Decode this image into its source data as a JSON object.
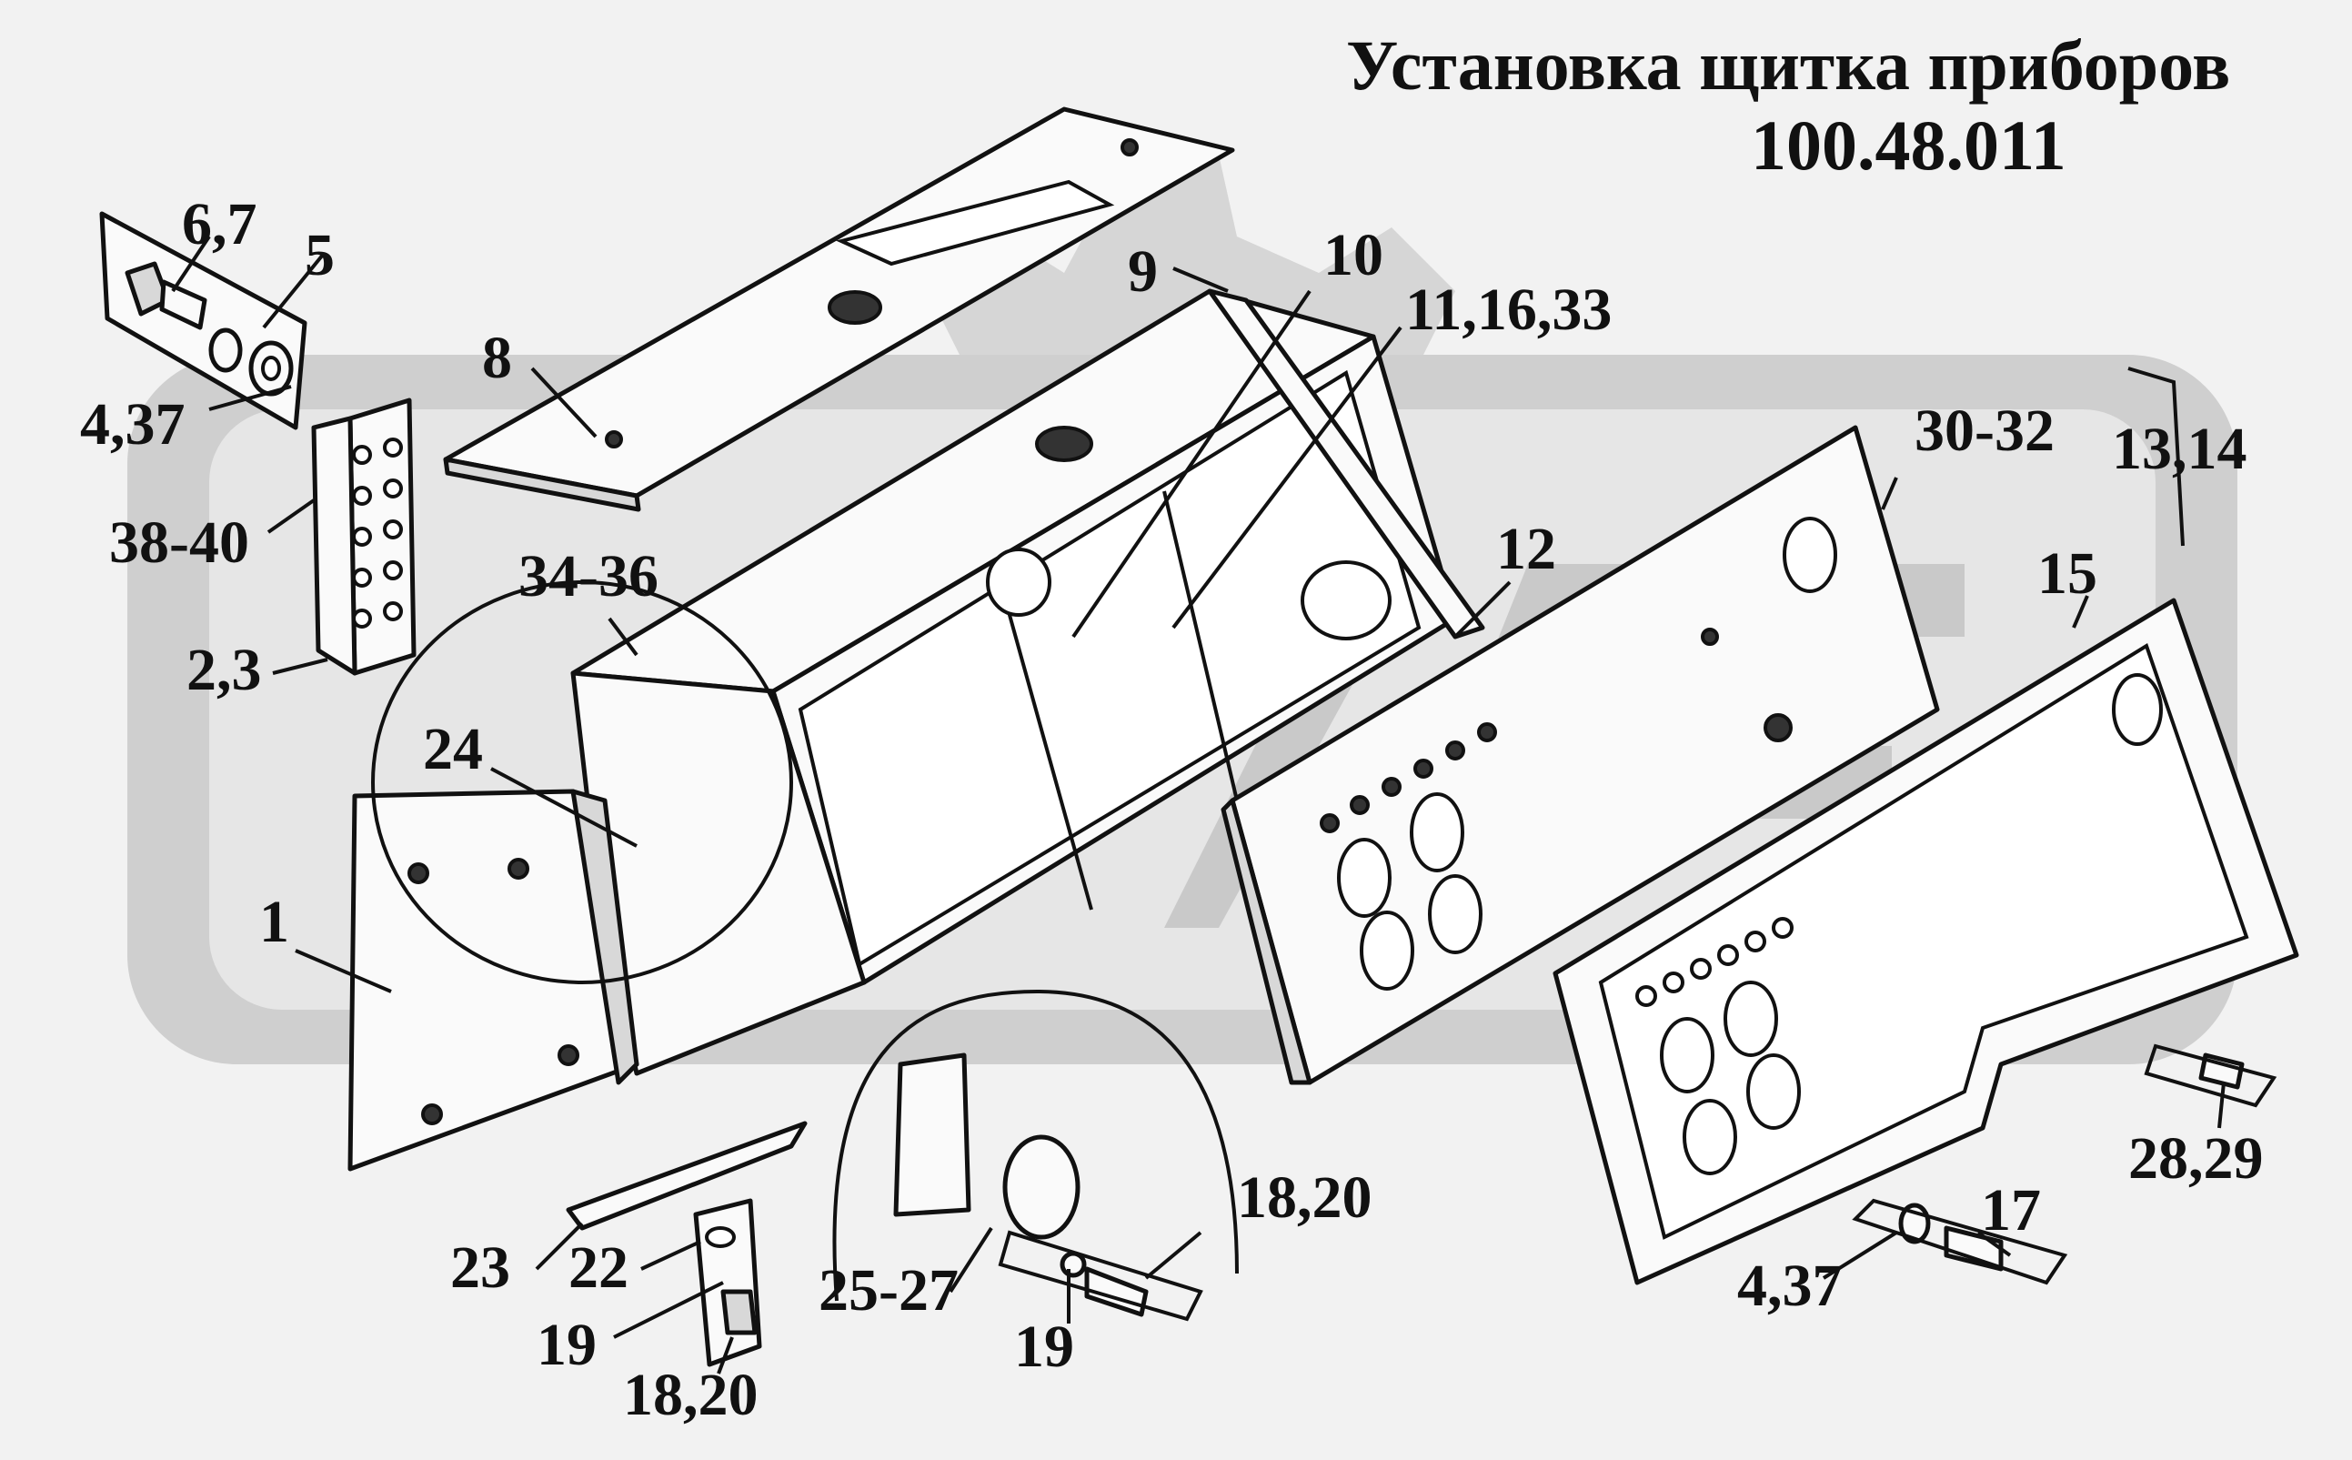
{
  "title": {
    "line1": "Установка щитка приборов",
    "line2": "100.48.011"
  },
  "callouts": {
    "c67": "6,7",
    "c5": "5",
    "c437a": "4,37",
    "c3840": "38-40",
    "c23a": "2,3",
    "c8": "8",
    "c9": "9",
    "c10": "10",
    "c111633": "11,16,33",
    "c3436": "34-36",
    "c24": "24",
    "c1": "1",
    "c12": "12",
    "c3032": "30-32",
    "c1314": "13,14",
    "c15": "15",
    "c2829": "28,29",
    "c17": "17",
    "c437b": "4,37",
    "c1820a": "18,20",
    "c2527": "25-27",
    "c19a": "19",
    "c23": "23",
    "c22": "22",
    "c19b": "19",
    "c1820b": "18,20"
  },
  "colors": {
    "background": "#f2f2f2",
    "watermark": "#c9c9c9",
    "ink": "#111111"
  }
}
